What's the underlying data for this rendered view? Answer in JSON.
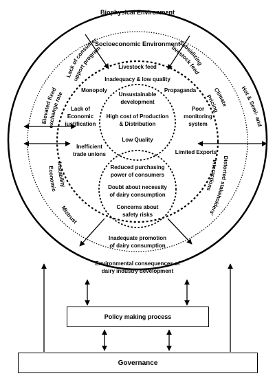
{
  "rings": {
    "outer": "Biophysical Environment",
    "socioeconomic": "Socioeconomic Environment"
  },
  "factors": {
    "livestock_feed": "Livestock feed",
    "inadequacy": "Inadequacy & low quality",
    "monopoly": "Monopoly",
    "propaganda": "Propaganda",
    "lack_econ_1": "Lack of",
    "lack_econ_2": "Economic",
    "lack_econ_3": "justification",
    "poor_mon_1": "Poor",
    "poor_mon_2": "monitoring",
    "poor_mon_3": "system",
    "ineff_1": "Inefficient",
    "ineff_2": "trade unions",
    "limited_exports": "Limited Exports",
    "inadequate_promo_1": "Inadequate promotion",
    "inadequate_promo_2": "of dairy consumption",
    "env_conseq_1": "Environmental consequences of",
    "env_conseq_2": "dairy industry development"
  },
  "upper_circle": {
    "l1": "Unsustainable",
    "l2": "development",
    "l3": "High cost of Production",
    "l4": "& Distribution",
    "l5": "Low Quality"
  },
  "lower_circle": {
    "l1": "Reduced purchasing",
    "l2": "power of consumers",
    "l3": "Doubt about necessity",
    "l4": "of dairy consumption",
    "l5": "Concerns about",
    "l6": "safety risks"
  },
  "curved": {
    "lack_consumer_1": "Lack of consumer",
    "lack_consumer_2": "support programs",
    "subsidizing_1": "Subsidizing",
    "subsidizing_2": "livestock feed",
    "elevated_1": "Elevated fixed",
    "elevated_2": "exchange rate",
    "climate_1": "Climate",
    "climate_2": "Pricing",
    "hot_semi_arid": "Hot & Semi- arid",
    "economic": "Economic",
    "instability": "Instability",
    "distorted_1": "Distorted stakeholders'",
    "distorted_2": "interactions",
    "mistrust": "Mistrust"
  },
  "boxes": {
    "policy": "Policy making process",
    "governance": "Governance"
  }
}
